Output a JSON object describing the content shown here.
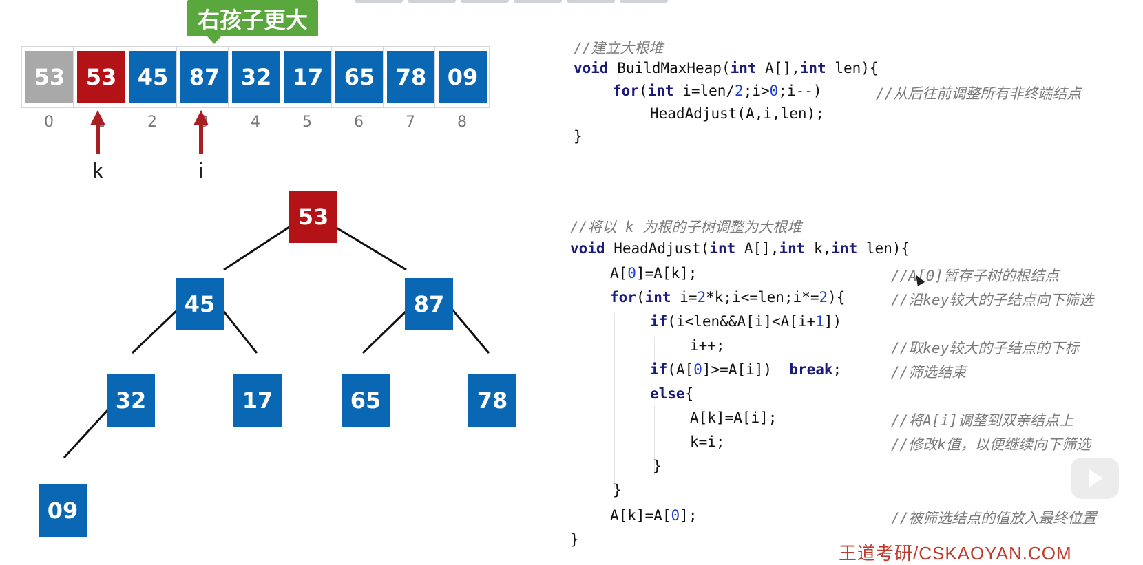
{
  "callout": {
    "text": "右孩子更大",
    "color": "#5aa73e"
  },
  "colors": {
    "blue": "#0a67b3",
    "red": "#b31217",
    "gray": "#a9a9a9",
    "arrow": "#a91e22"
  },
  "array": {
    "cells": [
      {
        "value": "53",
        "index": "0",
        "state": "gray"
      },
      {
        "value": "53",
        "index": "1",
        "state": "red"
      },
      {
        "value": "45",
        "index": "2",
        "state": "blue"
      },
      {
        "value": "87",
        "index": "3",
        "state": "blue"
      },
      {
        "value": "32",
        "index": "4",
        "state": "blue"
      },
      {
        "value": "17",
        "index": "5",
        "state": "blue"
      },
      {
        "value": "65",
        "index": "6",
        "state": "blue"
      },
      {
        "value": "78",
        "index": "7",
        "state": "blue"
      },
      {
        "value": "09",
        "index": "8",
        "state": "blue"
      }
    ],
    "pointers": [
      {
        "label": "k",
        "cell": 1
      },
      {
        "label": "i",
        "cell": 3
      }
    ]
  },
  "tree": {
    "nodes": [
      {
        "value": "53",
        "state": "red"
      },
      {
        "value": "45",
        "state": "blue"
      },
      {
        "value": "87",
        "state": "blue"
      },
      {
        "value": "32",
        "state": "blue"
      },
      {
        "value": "17",
        "state": "blue"
      },
      {
        "value": "65",
        "state": "blue"
      },
      {
        "value": "78",
        "state": "blue"
      },
      {
        "value": "09",
        "state": "blue"
      }
    ]
  },
  "code": {
    "build_comment": "//建立大根堆",
    "build_sig": [
      "void",
      " BuildMaxHeap(",
      "int",
      " A[],",
      "int",
      " len){"
    ],
    "build_for": [
      "for",
      "(",
      "int",
      " i=len/",
      "2",
      ";i>",
      "0",
      ";i--)"
    ],
    "build_for_comment": "//从后往前调整所有非终端结点",
    "build_call": "HeadAdjust(A,i,len);",
    "close1": "}",
    "adjust_comment": "//将以 k 为根的子树调整为大根堆",
    "adjust_sig": [
      "void",
      " HeadAdjust(",
      "int",
      " A[],",
      "int",
      " k,",
      "int",
      " len){"
    ],
    "l1": [
      "A[",
      "0",
      "]=A[k];"
    ],
    "l1_comment": "//A[0]暂存子树的根结点",
    "l2": [
      "for",
      "(",
      "int",
      " i=",
      "2",
      "*k;i<=len;i*=",
      "2",
      "){"
    ],
    "l2_comment": "//沿key较大的子结点向下筛选",
    "l3": [
      "if",
      "(i<len&&A[i]<A[i+",
      "1",
      "])"
    ],
    "l4": "i++;",
    "l4_comment": "//取key较大的子结点的下标",
    "l5": [
      "if",
      "(A[",
      "0",
      "]>=A[i])  ",
      "break",
      ";"
    ],
    "l5_comment": "//筛选结束",
    "l6": [
      "else",
      "{"
    ],
    "l7": "A[k]=A[i];",
    "l7_comment": "//将A[i]调整到双亲结点上",
    "l8": "k=i;",
    "l8_comment": "//修改k值，以便继续向下筛选",
    "l9": "}",
    "l10": "}",
    "l11": [
      "A[k]=A[",
      "0",
      "];"
    ],
    "l11_comment": "//被筛选结点的值放入最终位置",
    "l12": "}"
  },
  "watermark": "王道考研/CSKAOYAN.COM"
}
